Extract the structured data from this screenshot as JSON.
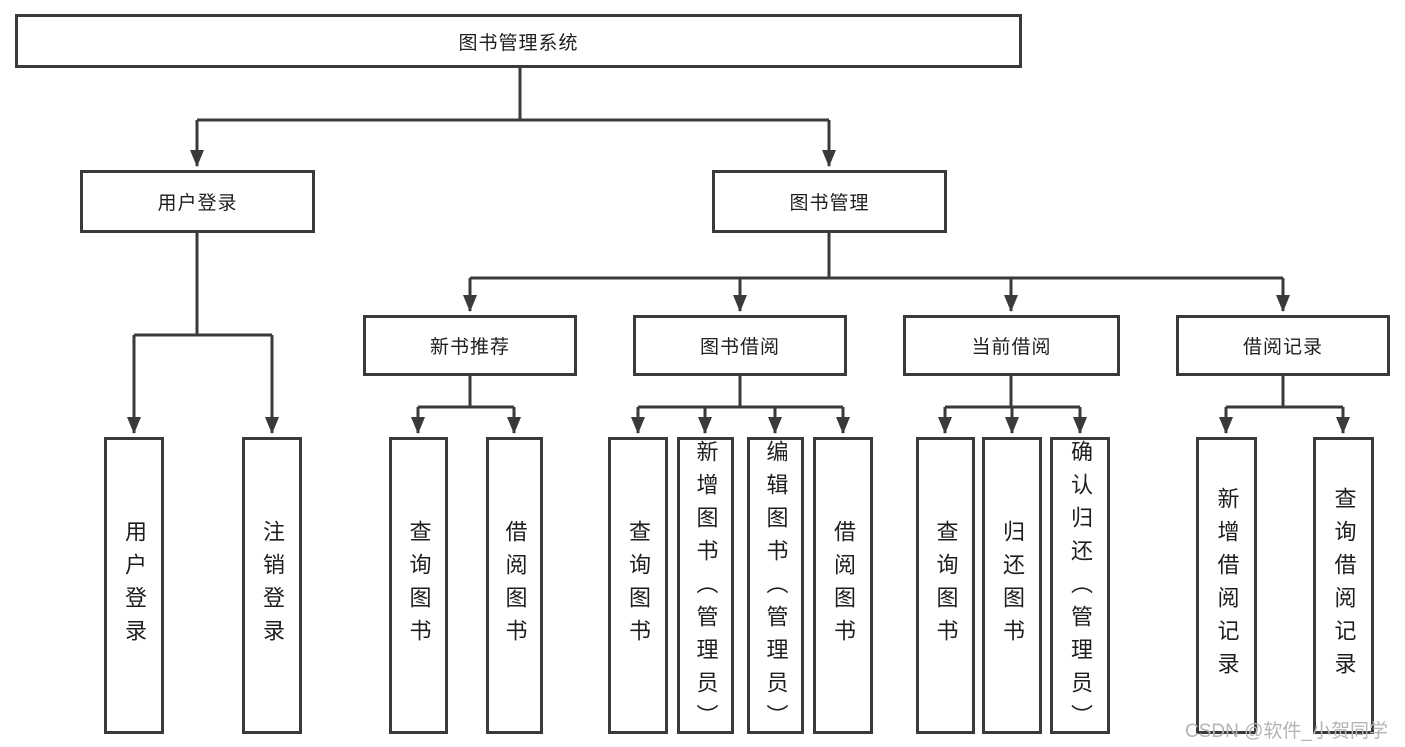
{
  "nodes": {
    "root": "图书管理系统",
    "user_login": "用户登录",
    "book_management": "图书管理",
    "new_book_recommend": "新书推荐",
    "book_borrow": "图书借阅",
    "current_borrow": "当前借阅",
    "borrow_record": "借阅记录",
    "ul_user_login": "用户登录",
    "ul_logout": "注销登录",
    "nb_query_book": "查询图书",
    "nb_borrow_book": "借阅图书",
    "bb_query_book": "查询图书",
    "bb_add_book": "新增图书（管理员）",
    "bb_edit_book": "编辑图书（管理员）",
    "bb_borrow_book": "借阅图书",
    "cb_query_book": "查询图书",
    "cb_return_book": "归还图书",
    "cb_confirm_return": "确认归还（管理员）",
    "br_add_record": "新增借阅记录",
    "br_query_record": "查询借阅记录"
  },
  "watermark": "CSDN @软件_小贺同学",
  "colors": {
    "line": "#3a3a3a",
    "text": "#1e1e1e",
    "watermark": "#b5b5b5",
    "background": "#ffffff"
  }
}
